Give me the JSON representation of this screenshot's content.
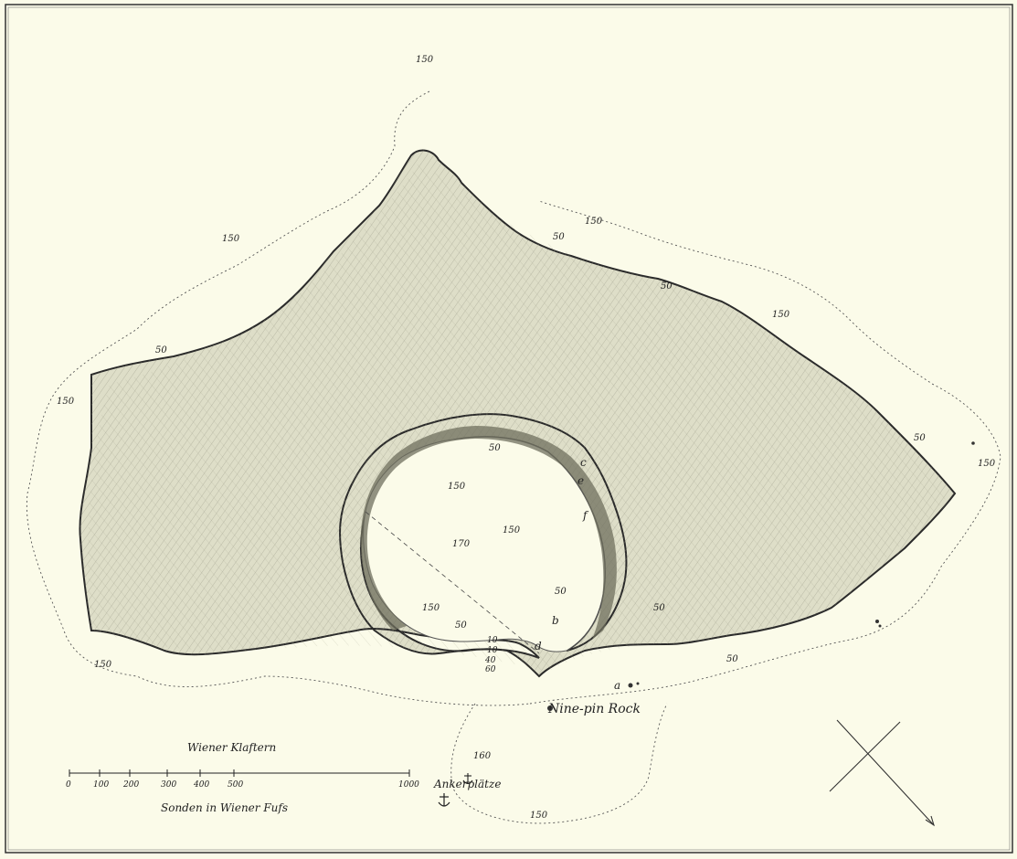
{
  "map": {
    "labels": {
      "nine_pin_rock": "Nine-pin Rock",
      "ankerplatze": "Ankerplätze",
      "scale_title": "Wiener Klaftern",
      "soundings_note": "Sonden in Wiener Fufs"
    },
    "scale_ticks": [
      "0",
      "100",
      "200",
      "300",
      "400",
      "500",
      "1000"
    ],
    "letters": [
      "a",
      "b",
      "c",
      "d",
      "e",
      "f"
    ],
    "soundings": {
      "outer_top": "150",
      "outer_nw": "150",
      "outer_w": "150",
      "outer_sw": "150",
      "outer_ne": "150",
      "outer_e": "150",
      "outer_se": "150",
      "outer_bottom": "150",
      "anchorage": "160",
      "north_50": "50",
      "ne_50a": "50",
      "ne_50b": "50",
      "w_50": "50",
      "e_50": "50",
      "se_50": "50",
      "crater_top": "50",
      "crater_150a": "150",
      "crater_150b": "150",
      "crater_150c": "150",
      "crater_170": "170",
      "crater_50a": "50",
      "crater_50b": "50",
      "mouth_10a": "10",
      "mouth_10b": "10",
      "mouth_40": "40",
      "mouth_60": "60"
    },
    "colors": {
      "paper": "#fbfbe9",
      "land": "#dcdcc6",
      "ink": "#222222"
    }
  }
}
